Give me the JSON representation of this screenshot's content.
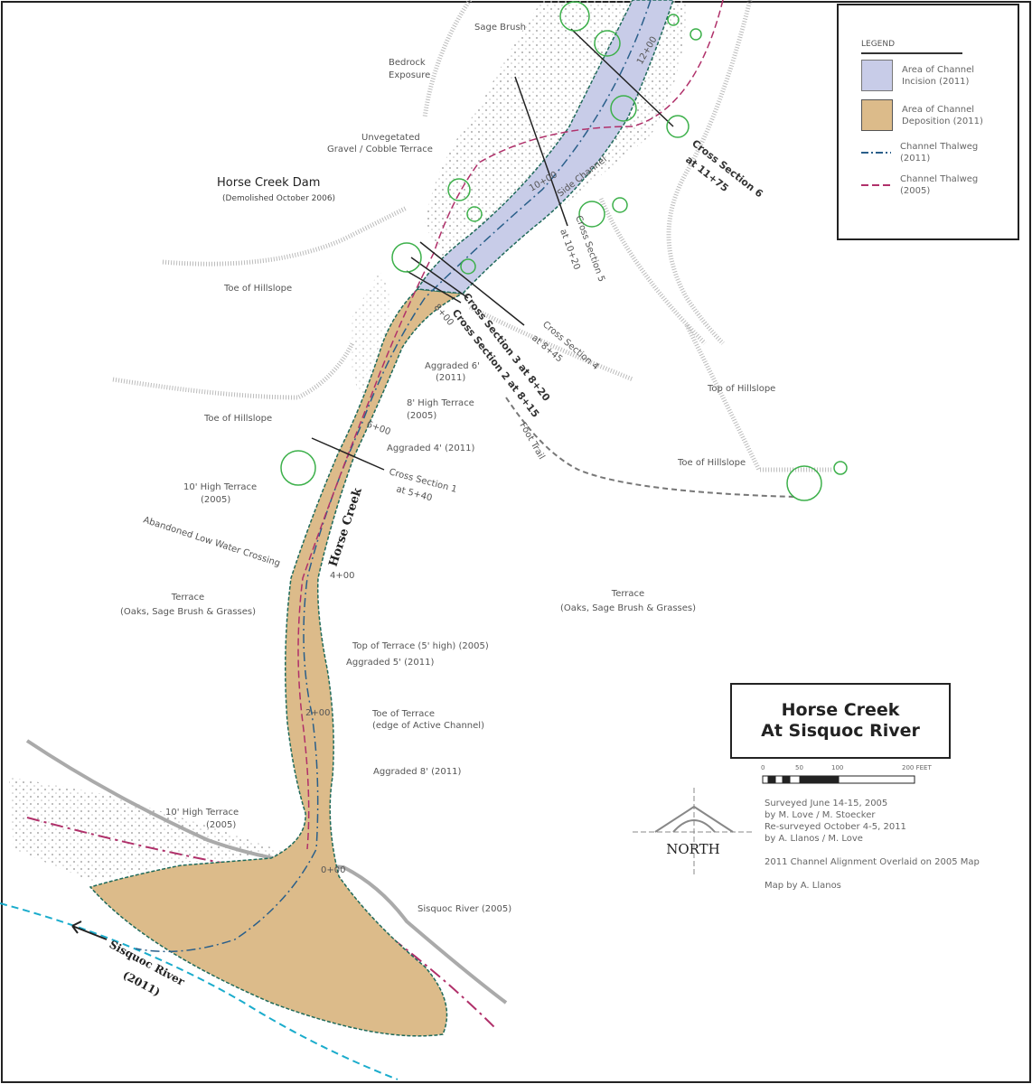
{
  "title": {
    "line1": "Horse Creek",
    "line2": "At Sisquoc River"
  },
  "legend": {
    "heading": "LEGEND",
    "items": [
      {
        "label": "Area of Channel Incision (2011)",
        "color": "#c8cce8"
      },
      {
        "label": "Area of Channel Deposition (2011)",
        "color": "#dcbb8a"
      },
      {
        "label": "Channel Thalweg (2011)",
        "color": "#2a5f8a"
      },
      {
        "label": "Channel Thalweg (2005)",
        "color": "#b0306a"
      }
    ]
  },
  "scale": {
    "ticks": [
      "0",
      "50",
      "100",
      "200 FEET"
    ]
  },
  "north": "NORTH",
  "notes": [
    "Surveyed June 14-15, 2005",
    "by M. Love / M. Stoecker",
    "Re-surveyed October 4-5, 2011",
    "by A. Llanos / M. Love",
    "2011 Channel Alignment Overlaid on 2005 Map",
    "Map by A. Llanos"
  ],
  "labels": {
    "sage_brush": "Sage Brush",
    "bedrock": [
      "Bedrock",
      "Exposure"
    ],
    "gravel": [
      "Unvegetated",
      "Gravel / Cobble Terrace"
    ],
    "dam": "Horse Creek Dam",
    "dam_sub": "(Demolished October 2006)",
    "toe1": "Toe of Hillslope",
    "toe2": "Toe of Hillslope",
    "toe3": "Toe of Hillslope",
    "top_hill": "Top of Hillslope",
    "side_channel": "Side Channel",
    "xs6": [
      "Cross Section 6",
      "at 11+75"
    ],
    "xs5": [
      "Cross Section 5",
      "at 10+20"
    ],
    "xs4": [
      "Cross Section 4",
      "at 8+45"
    ],
    "xs3": "Cross Section 3 at 8+20",
    "xs2": "Cross Section 2 at 8+15",
    "xs1": [
      "Cross Section 1",
      "at 5+40"
    ],
    "aggraded6": [
      "Aggraded 6'",
      "(2011)"
    ],
    "terrace8": [
      "8' High Terrace",
      "(2005)"
    ],
    "aggraded4": "Aggraded 4' (2011)",
    "foot_trail": "Foot Trail",
    "terrace10a": [
      "10' High Terrace",
      "(2005)"
    ],
    "low_water": "Abandoned Low Water Crossing",
    "horse_creek": "Horse Creek",
    "terrace_left": [
      "Terrace",
      "(Oaks, Sage Brush & Grasses)"
    ],
    "terrace_right": [
      "Terrace",
      "(Oaks, Sage Brush & Grasses)"
    ],
    "top_terrace": "Top of Terrace (5' high) (2005)",
    "aggraded5": "Aggraded 5' (2011)",
    "toe_terrace": [
      "Toe of Terrace",
      "(edge of Active Channel)"
    ],
    "aggraded8": "Aggraded 8' (2011)",
    "terrace10b": [
      "10' High Terrace",
      "(2005)"
    ],
    "sisquoc2005": "Sisquoc River (2005)",
    "sisquoc2011": [
      "Sisquoc River",
      "(2011)"
    ],
    "stations": [
      "12+00",
      "10+00",
      "8+00",
      "6+00",
      "4+00",
      "2+00",
      "0+00"
    ]
  }
}
